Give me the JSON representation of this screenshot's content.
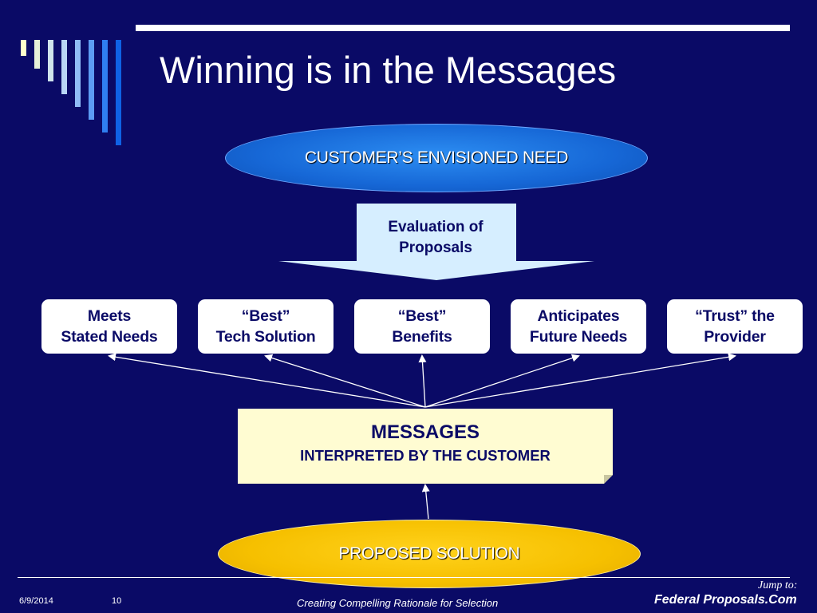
{
  "slide": {
    "title": "Winning is in the Messages",
    "background_color": "#0a0a66"
  },
  "diagram": {
    "top_ellipse": {
      "label": "CUSTOMER’S ENVISIONED NEED",
      "color": "#1a6fe0"
    },
    "evaluation_arrow": {
      "label": "Evaluation of\nProposals",
      "color": "#d6eeff"
    },
    "criteria": [
      {
        "label": "Meets\nStated Needs"
      },
      {
        "label": "“Best”\nTech Solution"
      },
      {
        "label": "“Best”\nBenefits"
      },
      {
        "label": "Anticipates\nFuture Needs"
      },
      {
        "label": "“Trust” the\nProvider"
      }
    ],
    "messages_box": {
      "title": "MESSAGES",
      "subtitle": "INTERPRETED BY THE CUSTOMER",
      "color": "#fffcd2"
    },
    "bottom_ellipse": {
      "label": "PROPOSED SOLUTION",
      "color": "#f6c000"
    }
  },
  "footer": {
    "date": "6/9/2014",
    "page_number": "10",
    "center_text": "Creating Compelling Rationale for Selection",
    "jump_label": "Jump to:",
    "link_text": "Federal Proposals.Com"
  },
  "decoration": {
    "bar_colors": [
      "#ffffcc",
      "#e6f0d8",
      "#cfe3ec",
      "#b9d6f6",
      "#8fbcf6",
      "#5c9cf4",
      "#2f7ef0",
      "#0f62e6"
    ]
  }
}
